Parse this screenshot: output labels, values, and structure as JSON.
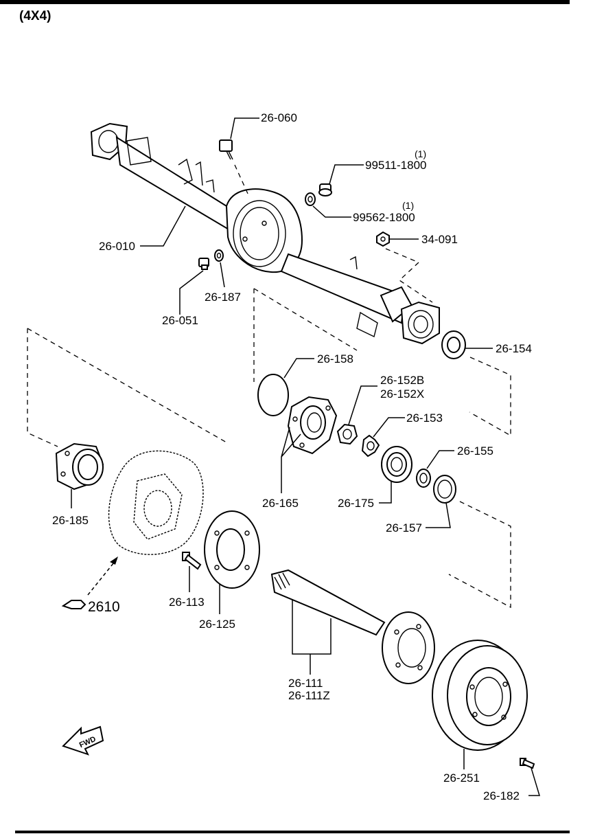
{
  "header": {
    "variant": "(4X4)"
  },
  "labels": {
    "p26_060": "26-060",
    "p99511": "99511-1800",
    "p99511_qty": "(1)",
    "p99562": "99562-1800",
    "p99562_qty": "(1)",
    "p34_091": "34-091",
    "p26_010": "26-010",
    "p26_187": "26-187",
    "p26_051": "26-051",
    "p26_154": "26-154",
    "p26_158": "26-158",
    "p26_152b": "26-152B",
    "p26_152x": "26-152X",
    "p26_153": "26-153",
    "p26_155": "26-155",
    "p26_165": "26-165",
    "p26_175": "26-175",
    "p26_157": "26-157",
    "p26_185": "26-185",
    "p26_113": "26-113",
    "p26_125": "26-125",
    "p26_111": "26-111",
    "p26_111z": "26-111Z",
    "p26_251": "26-251",
    "p26_182": "26-182",
    "ref_2610": "2610",
    "fwd": "FWD"
  },
  "colors": {
    "line": "#000000",
    "background": "#ffffff"
  }
}
